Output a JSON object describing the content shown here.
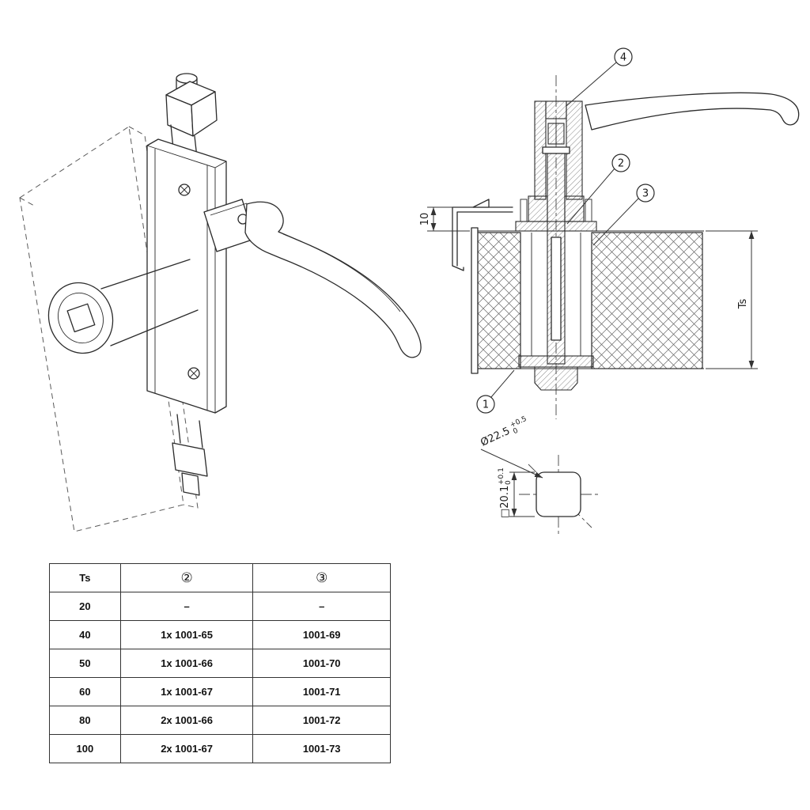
{
  "section_view": {
    "balloons": {
      "b1": "1",
      "b2": "2",
      "b3": "3",
      "b4": "4"
    },
    "dim_offset": "10",
    "dim_thickness": "Ts"
  },
  "detail_view": {
    "dia": "Ø22.5",
    "dia_tol_up": "+0.5",
    "dia_tol_dn": "0",
    "sq": "□20.1",
    "sq_tol_up": "+0.1",
    "sq_tol_dn": "0"
  },
  "table": {
    "headers": [
      "Ts",
      "②",
      "③"
    ],
    "rows": [
      [
        "20",
        "–",
        "–"
      ],
      [
        "40",
        "1x 1001-65",
        "1001-69"
      ],
      [
        "50",
        "1x 1001-66",
        "1001-70"
      ],
      [
        "60",
        "1x 1001-67",
        "1001-71"
      ],
      [
        "80",
        "2x 1001-66",
        "1001-72"
      ],
      [
        "100",
        "2x 1001-67",
        "1001-73"
      ]
    ]
  }
}
